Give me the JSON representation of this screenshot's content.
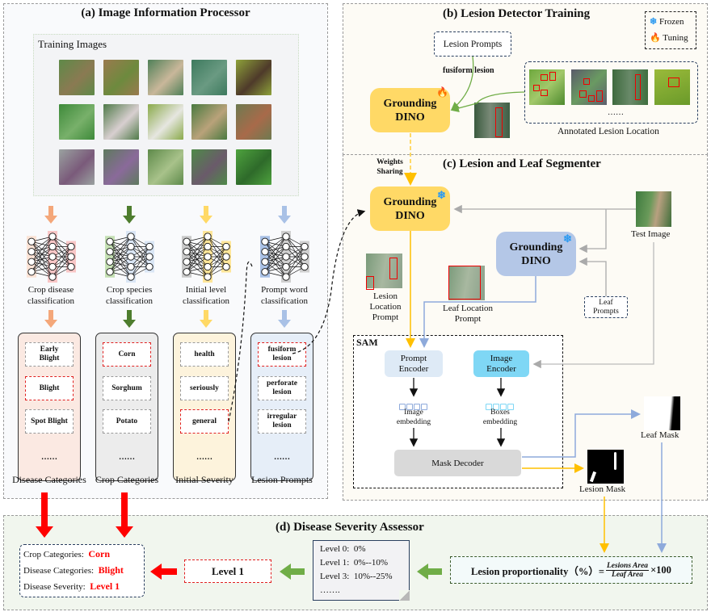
{
  "panel_a": {
    "title": "(a) Image Information Processor",
    "training_images_label": "Training Images",
    "thumbnails": [
      {
        "name": "potato-blight-leaf",
        "color": "#5e8a48",
        "accent": "#8a7a52"
      },
      {
        "name": "dried-blighted-leaf",
        "color": "#9a7a4e",
        "accent": "#6d8a3e"
      },
      {
        "name": "corn-fusiform-lesion",
        "color": "#4f8058",
        "accent": "#c9b79a"
      },
      {
        "name": "soybean-leaf",
        "color": "#3d7a5e",
        "accent": "#6a9a82"
      },
      {
        "name": "spotted-yellow-leaf",
        "color": "#8ea23a",
        "accent": "#4e3a2a"
      },
      {
        "name": "corn-leaf-healthy",
        "color": "#3e8a3a",
        "accent": "#78b06a"
      },
      {
        "name": "potato-leaf",
        "color": "#4f7a48",
        "accent": "#d8cfd0"
      },
      {
        "name": "sorghum-striped-leaf",
        "color": "#8aaa4a",
        "accent": "#e6e6e0"
      },
      {
        "name": "corn-blight-lesion",
        "color": "#4a7a40",
        "accent": "#b9a27a"
      },
      {
        "name": "sorghum-curled-leaf",
        "color": "#6e7a50",
        "accent": "#a86a4a"
      },
      {
        "name": "pale-corn-leaf",
        "color": "#9aa2a0",
        "accent": "#7a5a7a"
      },
      {
        "name": "sorghum-leaf-purple-bg",
        "color": "#5e7a5e",
        "accent": "#8a6a9a"
      },
      {
        "name": "corn-streak-leaf",
        "color": "#5e8a4a",
        "accent": "#a8c28a"
      },
      {
        "name": "soybean-spot-leaf",
        "color": "#4e8a48",
        "accent": "#6a5a6a"
      },
      {
        "name": "bean-leaves",
        "color": "#4ea23e",
        "accent": "#2e6a2a"
      }
    ],
    "networks": [
      {
        "label": "Crop disease classification",
        "arrow_color": "#f4a77a",
        "in_color": "#fbe3d6",
        "mid_color": "#f9c7c7",
        "out_color": "#f9c7c7"
      },
      {
        "label": "Crop species classification",
        "arrow_color": "#4e7d2e",
        "in_color": "#c5e0b4",
        "mid_color": "#dae6f5",
        "out_color": "#dae6f5"
      },
      {
        "label": "Initial level classification",
        "arrow_color": "#ffd966",
        "in_color": "#c9c9c9",
        "mid_color": "#ffe699",
        "out_color": "#ffe699"
      },
      {
        "label": "Prompt word classification",
        "arrow_color": "#a9c1e6",
        "in_color": "#a9c1e6",
        "mid_color": "#d0d0d0",
        "out_color": "#d0d0d0"
      }
    ],
    "category_columns": [
      {
        "caption": "Disease Categories",
        "bg": "#fbe9e2",
        "items": [
          {
            "text": "Early Blight",
            "selected": false
          },
          {
            "text": "Blight",
            "selected": true
          },
          {
            "text": "Spot Blight",
            "selected": false
          }
        ],
        "more": "……"
      },
      {
        "caption": "Crop Categories",
        "bg": "#ececec",
        "items": [
          {
            "text": "Corn",
            "selected": true
          },
          {
            "text": "Sorghum",
            "selected": false
          },
          {
            "text": "Potato",
            "selected": false
          }
        ],
        "more": "……"
      },
      {
        "caption": "Initial Severity",
        "bg": "#fdf3dc",
        "items": [
          {
            "text": "health",
            "selected": false
          },
          {
            "text": "seriously",
            "selected": false
          },
          {
            "text": "general",
            "selected": true
          }
        ],
        "more": "……"
      },
      {
        "caption": "Lesion Prompts",
        "bg": "#e6eef8",
        "items": [
          {
            "text": "fusiform lesion",
            "selected": true
          },
          {
            "text": "perforate lesion",
            "selected": false
          },
          {
            "text": "irregular lesion",
            "selected": false
          }
        ],
        "more": "……"
      }
    ]
  },
  "panel_b": {
    "title": "(b) Lesion Detector Training",
    "legend": {
      "frozen": "Frozen",
      "tuning": "Tuning"
    },
    "lesion_prompts_label": "Lesion Prompts",
    "prompt_text": "fusiform lesion",
    "dino_label_line1": "Grounding",
    "dino_label_line2": "DINO",
    "annotated_label": "Annotated Lesion Location",
    "annotated_more": "……"
  },
  "panel_c": {
    "title": "(c) Lesion and Leaf Segmenter",
    "weights_sharing": "Weights Sharing",
    "dino_label_line1": "Grounding",
    "dino_label_line2": "DINO",
    "test_image_label": "Test Image",
    "leaf_prompts_label": "Leaf Prompts",
    "lesion_location_prompt": "Lesion Location Prompt",
    "leaf_location_prompt": "Leaf Location Prompt",
    "sam_label": "SAM",
    "prompt_encoder": "Prompt Encoder",
    "image_encoder": "Image Encoder",
    "image_embedding": "Image embedding",
    "boxes_embedding": "Boxes embedding",
    "mask_decoder": "Mask Decoder",
    "leaf_mask": "Leaf Mask",
    "lesion_mask": "Lesion Mask"
  },
  "panel_d": {
    "title": "(d) Disease Severity Assessor",
    "result": [
      {
        "label": "Crop Categories:",
        "value": "Corn"
      },
      {
        "label": "Disease Categories:",
        "value": "Blight"
      },
      {
        "label": "Disease Severity:",
        "value": "Level 1"
      }
    ],
    "level_box": "Level 1",
    "levels": [
      "Level 0:  0%",
      "Level 1:  0%--10%",
      "Level 3:  10%--25%",
      "……."
    ],
    "formula_lhs": "Lesion proportionality（%）=",
    "formula_num": "Lesions Area",
    "formula_den": "Leaf Area",
    "formula_rhs": "×100"
  },
  "colors": {
    "yellow": "#ffd966",
    "dino_yellow": "#ffd966",
    "dino_blue": "#b4c7e7",
    "blue_line": "#8eaadb",
    "orange_line": "#ffc000",
    "gray_line": "#aaaaaa",
    "green_arrow": "#70ad47",
    "red": "#ff0000",
    "frozen": "#2e9bf0",
    "flame": "#ff5a1f"
  }
}
